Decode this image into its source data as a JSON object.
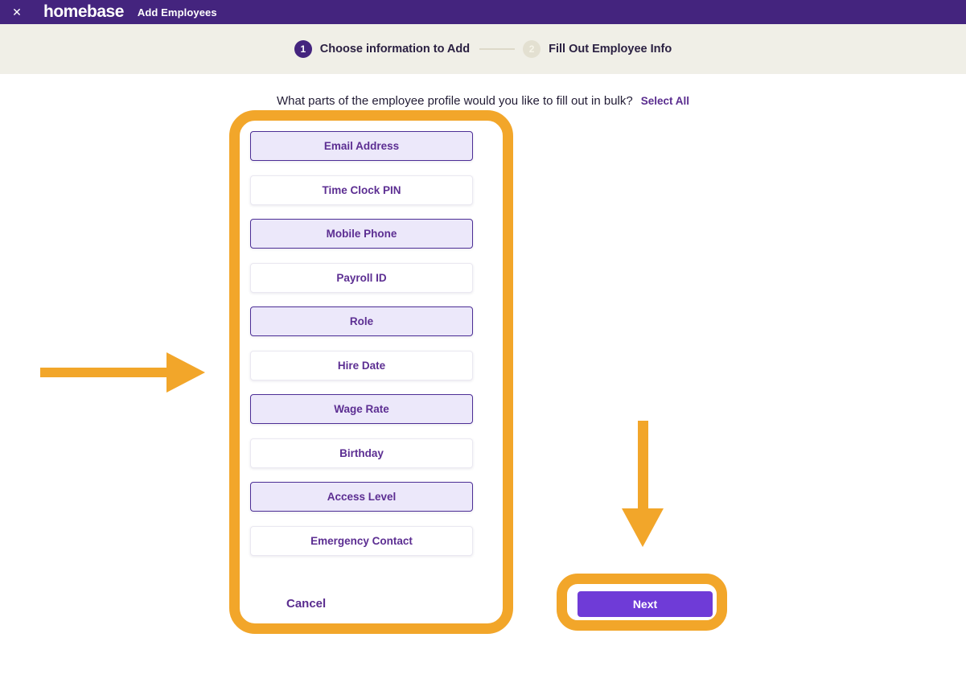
{
  "topbar": {
    "close_icon": "✕",
    "logo": "homebase",
    "title": "Add Employees"
  },
  "stepper": {
    "steps": [
      {
        "number": "1",
        "label": "Choose information to Add",
        "active": true
      },
      {
        "number": "2",
        "label": "Fill Out Employee Info",
        "active": false
      }
    ]
  },
  "main": {
    "question": "What parts of the employee profile would you like to fill out in bulk?",
    "select_all_label": "Select All",
    "options": [
      {
        "label": "Email Address",
        "selected": true
      },
      {
        "label": "Time Clock PIN",
        "selected": false
      },
      {
        "label": "Mobile Phone",
        "selected": true
      },
      {
        "label": "Payroll ID",
        "selected": false
      },
      {
        "label": "Role",
        "selected": true
      },
      {
        "label": "Hire Date",
        "selected": false
      },
      {
        "label": "Wage Rate",
        "selected": true
      },
      {
        "label": "Birthday",
        "selected": false
      },
      {
        "label": "Access Level",
        "selected": true
      },
      {
        "label": "Emergency Contact",
        "selected": false
      }
    ],
    "cancel_label": "Cancel",
    "next_label": "Next"
  },
  "annotations": {
    "color": "#F2A62A",
    "shapes": [
      "highlight-box-around-options-list",
      "highlight-box-around-next-button",
      "arrow-pointing-right-at-options-list",
      "arrow-pointing-down-at-next-button"
    ]
  },
  "colors": {
    "topbar_purple": "#44247E",
    "stepper_beige": "#F0EFE7",
    "accent_purple": "#5A2D8F",
    "selected_option_fill": "#ECE8FA",
    "selected_option_border": "#4D2F96",
    "next_button_purple": "#6F3BD7",
    "annotation_orange": "#F2A62A"
  }
}
